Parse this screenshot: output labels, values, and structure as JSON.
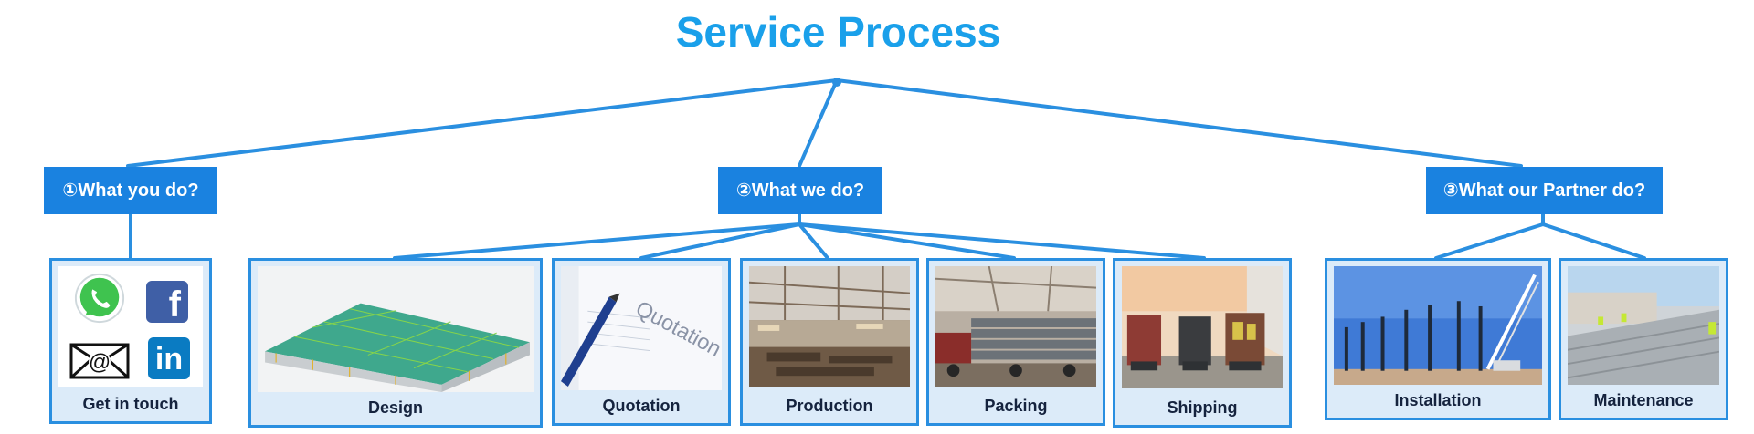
{
  "title": "Service Process",
  "sections": [
    {
      "label": "①What you do?"
    },
    {
      "label": "②What we do?"
    },
    {
      "label": "③What our Partner do?"
    }
  ],
  "cards": [
    {
      "label": "Get in touch",
      "image": "contact-icons"
    },
    {
      "label": "Design",
      "image": "steel-structure-model"
    },
    {
      "label": "Quotation",
      "image": "quotation-document-pen"
    },
    {
      "label": "Production",
      "image": "factory-workshop"
    },
    {
      "label": "Packing",
      "image": "steel-beams-loaded-truck"
    },
    {
      "label": "Shipping",
      "image": "container-trucks"
    },
    {
      "label": "Installation",
      "image": "steel-columns-crane"
    },
    {
      "label": "Maintenance",
      "image": "roof-workers"
    }
  ],
  "social_icons": [
    "whatsapp-icon",
    "facebook-icon",
    "email-icon",
    "linkedin-icon"
  ],
  "social_text": {
    "facebook": "f",
    "email": "@",
    "linkedin": "in"
  },
  "image_text": {
    "quotation": "Quotation"
  },
  "colors": {
    "title": "#1aa0ea",
    "header": "#1a82e0",
    "line": "#2a8fe0",
    "card_bg": "#dcebf9",
    "label": "#15233e"
  }
}
